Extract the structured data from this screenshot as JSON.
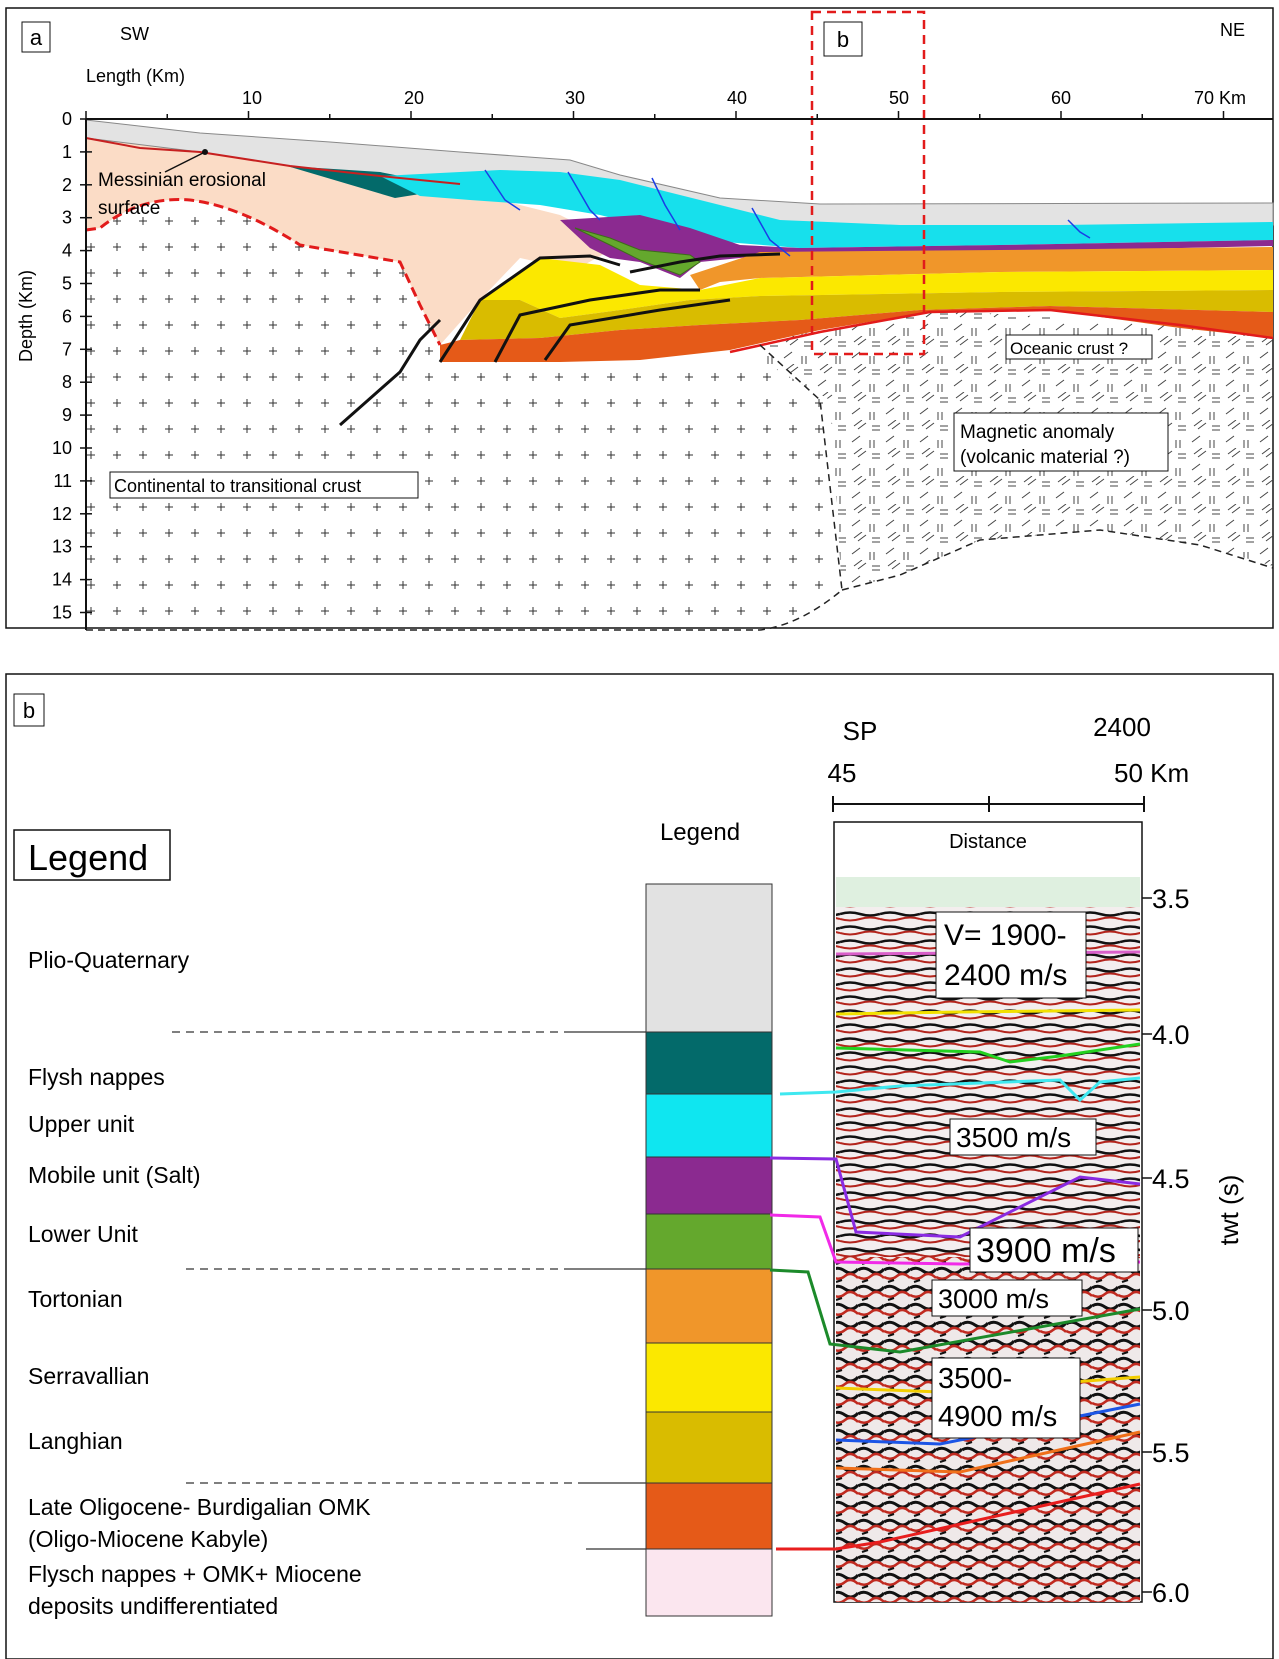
{
  "panel_a": {
    "tag": "a",
    "inset_tag": "b",
    "sw": "SW",
    "ne": "NE",
    "length_title": "Length (Km)",
    "depth_title": "Depth (Km)",
    "km_ticks": [
      "10",
      "20",
      "30",
      "40",
      "50",
      "60",
      "70 Km"
    ],
    "depth_ticks": [
      "0",
      "1",
      "2",
      "3",
      "4",
      "5",
      "6",
      "7",
      "8",
      "9",
      "10",
      "11",
      "12",
      "13",
      "14",
      "15"
    ],
    "labels": {
      "messinian_1": "Messinian erosional",
      "messinian_2": "surface",
      "continental": "Continental to transitional crust",
      "oceanic": "Oceanic crust ?",
      "magnetic_1": "Magnetic anomaly",
      "magnetic_2": "(volcanic material ?)"
    }
  },
  "panel_b": {
    "tag": "b",
    "legend_title": "Legend",
    "column_title": "Legend",
    "units": [
      {
        "label": "Plio-Quaternary",
        "color": "#e2e2e2"
      },
      {
        "label": "Flysh nappes",
        "color": "#036a6a"
      },
      {
        "label": "Upper unit",
        "color": "#0fe6f0"
      },
      {
        "label": "Mobile unit (Salt)",
        "color": "#8b2a90"
      },
      {
        "label": "Lower Unit",
        "color": "#64a82d"
      },
      {
        "label": "Tortonian",
        "color": "#f0962a"
      },
      {
        "label": "Serravallian",
        "color": "#fbe800"
      },
      {
        "label": "Langhian",
        "color": "#d9bc00"
      },
      {
        "label": "Late Oligocene- Burdigalian OMK",
        "label2": "(Oligo-Miocene Kabyle)",
        "color": "#e55a18"
      },
      {
        "label": "Flysch nappes + OMK+ Miocene",
        "label2": "deposits undifferentiated",
        "color": "#fbe6ef"
      }
    ],
    "seismic": {
      "sp": "SP",
      "sp_value": "2400",
      "km_start": "45",
      "km_end": "50 Km",
      "distance": "Distance",
      "twt_title": "twt (s)",
      "twt_ticks": [
        "3.5",
        "4.0",
        "4.5",
        "5.0",
        "5.5",
        "6.0"
      ],
      "velocities": {
        "v1_line1": "V= 1900-",
        "v1_line2": "2400 m/s",
        "v2": "3500 m/s",
        "v3": "3900 m/s",
        "v4": "3000 m/s",
        "v5_line1": "3500-",
        "v5_line2": "4900 m/s"
      }
    }
  }
}
